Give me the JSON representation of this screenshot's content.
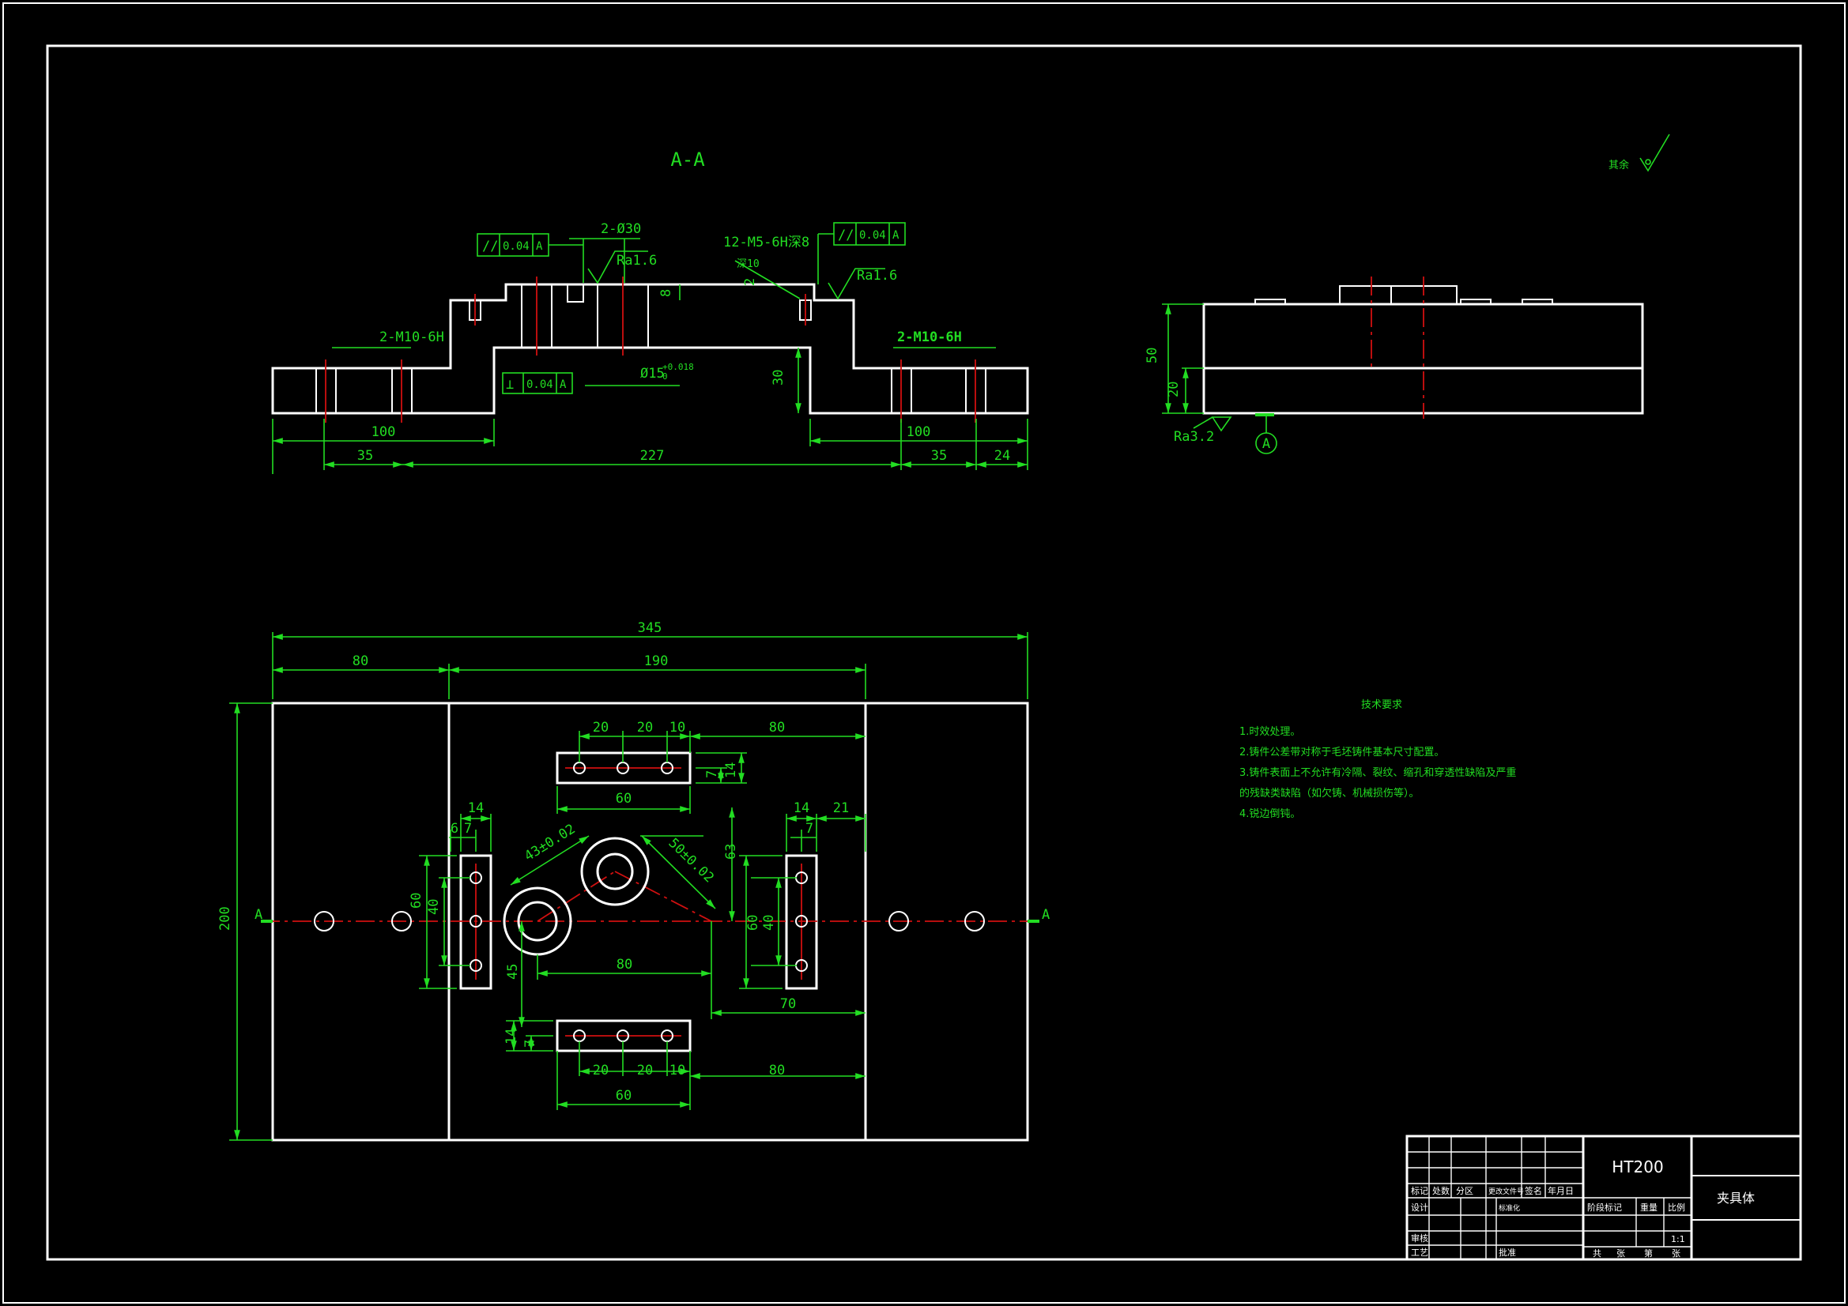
{
  "section_title": "A-A",
  "surface_note": {
    "label": "其余"
  },
  "section_dims": {
    "bore_pair": "2-Ø30",
    "tapped_holes": "12-M5-6H深8",
    "tapped_depth": "深10",
    "side_thread_left": "2-M10-6H",
    "side_thread_right": "2-M10-6H",
    "bore": "Ø15",
    "bore_tol": "+0.018",
    "bore_tol_low": "0",
    "depth_small": "2",
    "depth_8": "8",
    "height_30": "30",
    "len_100_left": "100",
    "len_100_right": "100",
    "len_35_left": "35",
    "len_35_right": "35",
    "len_227": "227",
    "len_24": "24"
  },
  "gdt": [
    {
      "symbol": "//",
      "value": "0.04",
      "datum": "A"
    },
    {
      "symbol": "//",
      "value": "0.04",
      "datum": "A"
    },
    {
      "symbol": "⊥",
      "value": "0.04",
      "datum": "A"
    }
  ],
  "roughness": {
    "ra16_left": "Ra1.6",
    "ra16_right": "Ra1.6",
    "ra32": "Ra3.2"
  },
  "side_view": {
    "h50": "50",
    "h20": "20",
    "datum": "A"
  },
  "plan_dims": {
    "total": "345",
    "left": "80",
    "mid": "190",
    "height": "200",
    "top_20a": "20",
    "top_20b": "20",
    "top_10": "10",
    "top_80": "80",
    "top_60": "60",
    "top_7": "7",
    "top_14": "14",
    "l_14": "14",
    "l_6": "6",
    "l_7": "7",
    "l_60": "60",
    "l_40": "40",
    "r_14": "14",
    "r_21": "21",
    "r_7": "7",
    "r_40": "40",
    "r_60": "60",
    "d43": "43±0.02",
    "d50": "50±0.02",
    "d63": "63",
    "d45": "45",
    "d80c": "80",
    "d70": "70",
    "b_14": "14",
    "b_7": "7",
    "b_20a": "20",
    "b_20b": "20",
    "b_10": "10",
    "b_80": "80",
    "b_60": "60",
    "sec_left": "A",
    "sec_right": "A"
  },
  "tech_notes": {
    "title": "技术要求",
    "items": [
      "1.时效处理。",
      "2.铸件公差带对称于毛坯铸件基本尺寸配置。",
      "3.铸件表面上不允许有冷隔、裂纹、缩孔和穿透性缺陷及严重",
      "的残缺类缺陷（如欠铸、机械损伤等）。",
      "4.锐边倒钝。"
    ]
  },
  "title_block": {
    "material": "HT200",
    "part_name": "夹具体",
    "scale": "1:1",
    "h1": "标记",
    "h2": "处数",
    "h3": "分区",
    "h4": "更改文件号",
    "h5": "签名",
    "h6": "年月日",
    "r1": "设计",
    "r2": "标准化",
    "r3": "审核",
    "r4": "工艺",
    "r5": "批准",
    "c1": "阶段标记",
    "c2": "重量",
    "c3": "比例",
    "f1": "共",
    "f2": "张",
    "f3": "第",
    "f4": "张"
  }
}
